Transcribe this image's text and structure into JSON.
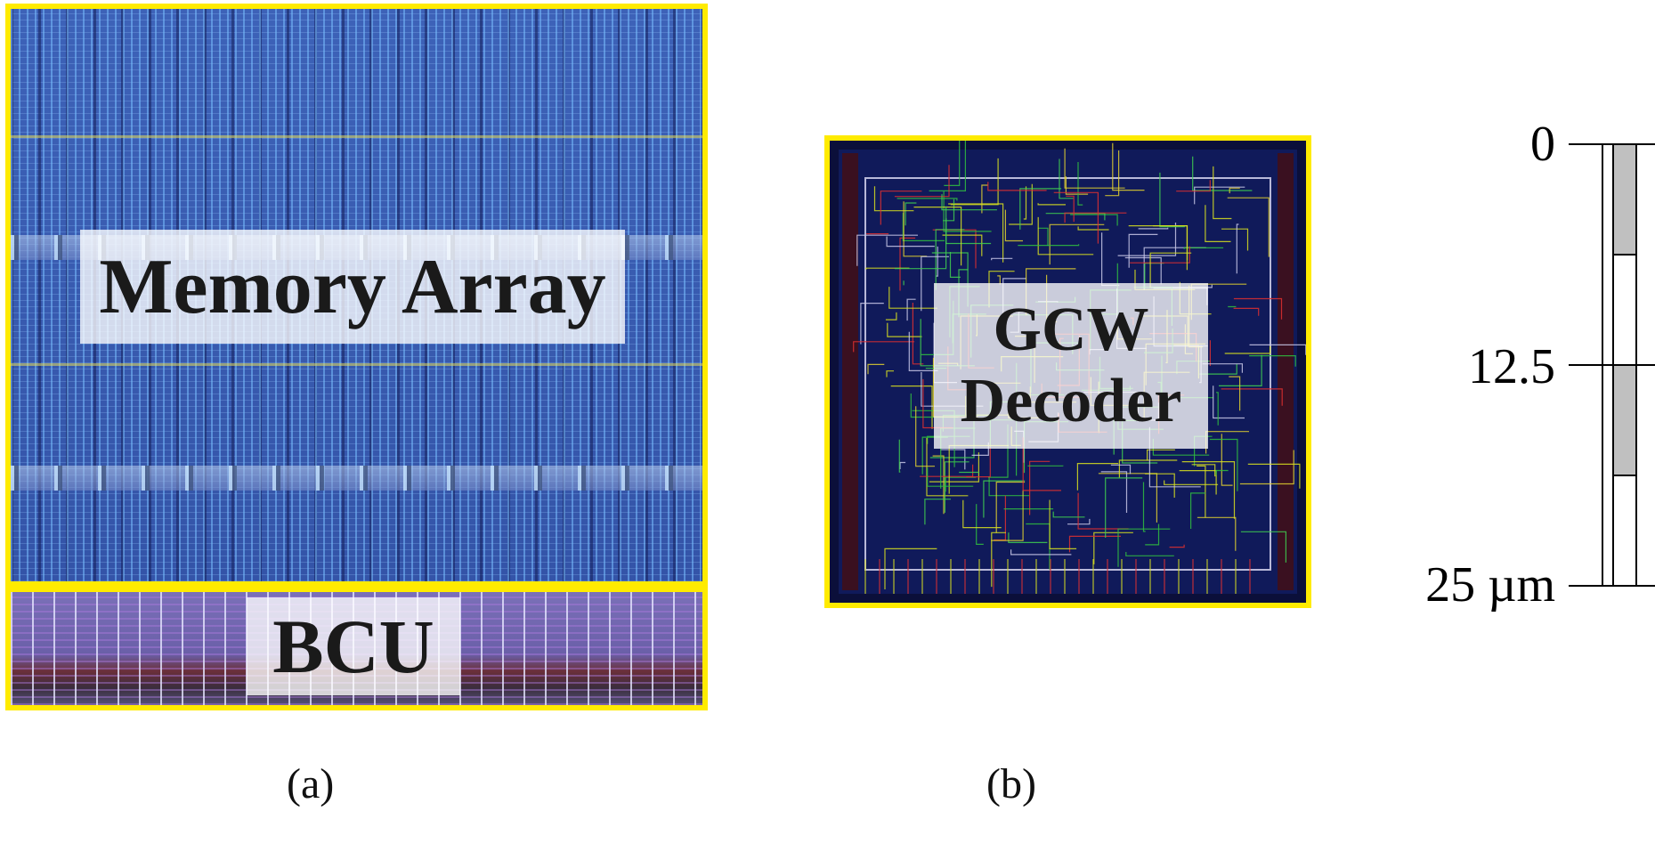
{
  "panel_a": {
    "memory_label": "Memory Array",
    "bcu_label": "BCU",
    "caption": "(a)"
  },
  "panel_b": {
    "decoder_label_line1": "GCW",
    "decoder_label_line2": "Decoder",
    "caption": "(b)"
  },
  "scale_bar": {
    "tick_top": "0",
    "tick_mid": "12.5",
    "tick_bottom": "25 µm",
    "segment_fill_gray": "#c0c0c0",
    "segment_fill_white": "#ffffff"
  },
  "colors": {
    "block_outline": "#ffeb00",
    "memory_array": "#3a5cb0",
    "decoder_background": "#0b0f3a"
  }
}
